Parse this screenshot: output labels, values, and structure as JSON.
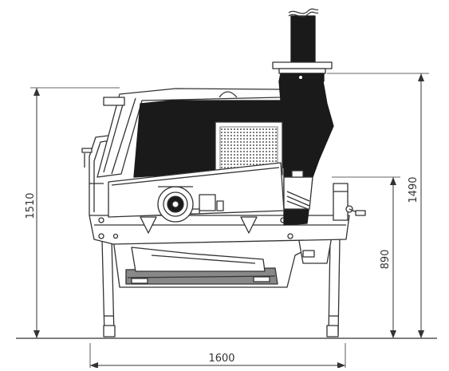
{
  "drawing": {
    "subject": "machine side elevation",
    "dimensions": {
      "total_height": "1510",
      "top_height_right": "1490",
      "table_height": "890",
      "width": "1600"
    }
  },
  "colors": {
    "line": "#333333",
    "fill_dark": "#1a1a1a",
    "fill_light": "#f4f4f4",
    "grey": "#888888"
  }
}
